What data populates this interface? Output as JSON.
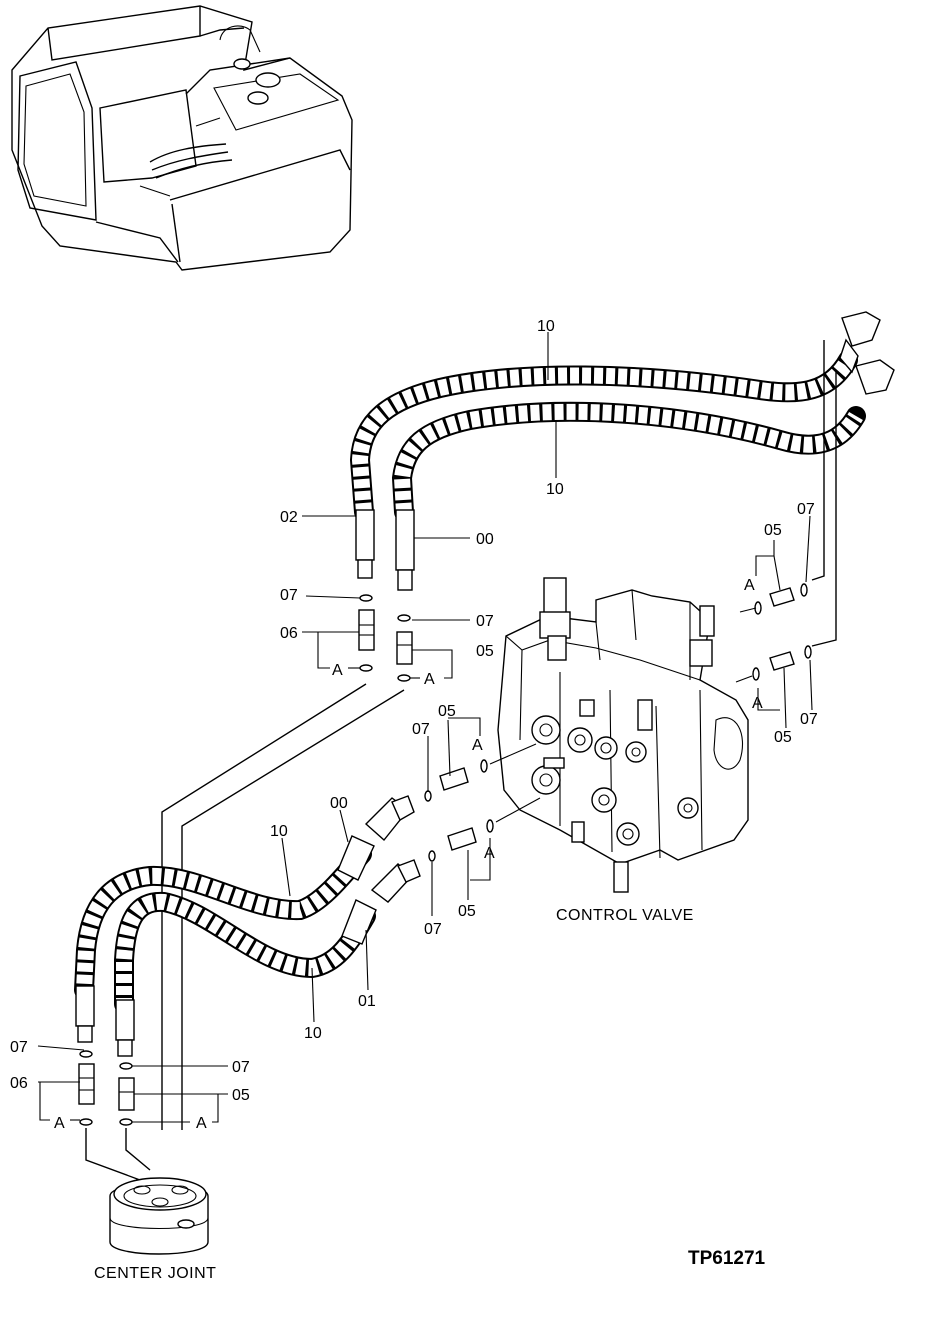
{
  "drawing_code": "TP61271",
  "captions": {
    "control_valve": "CONTROL VALVE",
    "center_joint": "CENTER JOINT"
  },
  "callouts": [
    {
      "id": "c1",
      "text": "10"
    },
    {
      "id": "c2",
      "text": "10"
    },
    {
      "id": "c3",
      "text": "02"
    },
    {
      "id": "c4",
      "text": "00"
    },
    {
      "id": "c5",
      "text": "07"
    },
    {
      "id": "c6",
      "text": "07"
    },
    {
      "id": "c7",
      "text": "06"
    },
    {
      "id": "c8",
      "text": "05"
    },
    {
      "id": "c9",
      "text": "A"
    },
    {
      "id": "c10",
      "text": "A"
    },
    {
      "id": "c11",
      "text": "05"
    },
    {
      "id": "c12",
      "text": "07"
    },
    {
      "id": "c13",
      "text": "A"
    },
    {
      "id": "c14",
      "text": "A"
    },
    {
      "id": "c15",
      "text": "05"
    },
    {
      "id": "c16",
      "text": "07"
    },
    {
      "id": "c17",
      "text": "07"
    },
    {
      "id": "c18",
      "text": "05"
    },
    {
      "id": "c19",
      "text": "A"
    },
    {
      "id": "c20",
      "text": "00"
    },
    {
      "id": "c21",
      "text": "10"
    },
    {
      "id": "c22",
      "text": "A"
    },
    {
      "id": "c23",
      "text": "07"
    },
    {
      "id": "c24",
      "text": "05"
    },
    {
      "id": "c25",
      "text": "01"
    },
    {
      "id": "c26",
      "text": "10"
    },
    {
      "id": "c27",
      "text": "07"
    },
    {
      "id": "c28",
      "text": "06"
    },
    {
      "id": "c29",
      "text": "07"
    },
    {
      "id": "c30",
      "text": "05"
    },
    {
      "id": "c31",
      "text": "A"
    },
    {
      "id": "c32",
      "text": "A"
    }
  ]
}
